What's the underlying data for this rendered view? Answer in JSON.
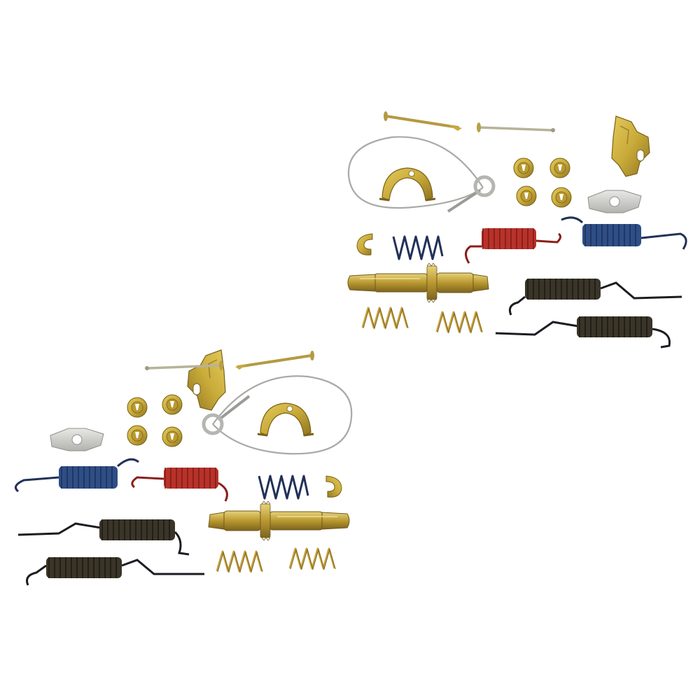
{
  "scene": {
    "background": "#ffffff",
    "kit_count": 2
  },
  "colors": {
    "zinc_gold": "#c9ab3a",
    "zinc_gold_dark": "#8f7420",
    "silver_plate": "#cfd0cc",
    "spring_red": "#b8322a",
    "spring_blue": "#2f4e86",
    "spring_black": "#2b2a26",
    "spring_gold": "#c7a23e",
    "wire_black": "#1c1c22",
    "cable_gray": "#a9aaa6"
  },
  "parts": [
    "adjuster-lever",
    "hold-down-pin",
    "hold-down-cup",
    "adjuster-cable",
    "cable-guide",
    "pawl-plate",
    "red-return-spring",
    "blue-return-spring",
    "black-return-spring",
    "adjuster-spring",
    "hold-down-spring",
    "retaining-clip",
    "adjuster-screw"
  ]
}
